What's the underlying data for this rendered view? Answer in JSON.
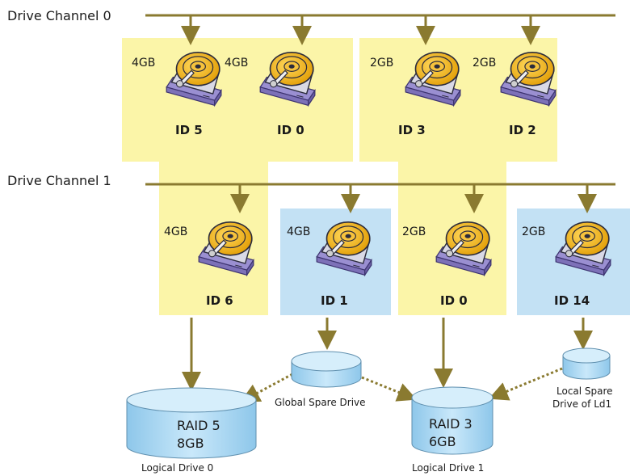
{
  "channels": [
    {
      "label": "Drive Channel 0"
    },
    {
      "label": "Drive Channel 1"
    }
  ],
  "drives": [
    {
      "size": "4GB",
      "id": "ID 5",
      "channel": 0,
      "role": "member"
    },
    {
      "size": "4GB",
      "id": "ID 0",
      "channel": 0,
      "role": "member"
    },
    {
      "size": "2GB",
      "id": "ID 3",
      "channel": 0,
      "role": "member"
    },
    {
      "size": "2GB",
      "id": "ID 2",
      "channel": 0,
      "role": "member"
    },
    {
      "size": "4GB",
      "id": "ID 6",
      "channel": 1,
      "role": "member"
    },
    {
      "size": "4GB",
      "id": "ID 1",
      "channel": 1,
      "role": "global-spare"
    },
    {
      "size": "2GB",
      "id": "ID 0",
      "channel": 1,
      "role": "member"
    },
    {
      "size": "2GB",
      "id": "ID 14",
      "channel": 1,
      "role": "local-spare"
    }
  ],
  "logical_drives": [
    {
      "raid": "RAID 5",
      "size": "8GB",
      "caption": "Logical Drive 0"
    },
    {
      "raid": "RAID 3",
      "size": "6GB",
      "caption": "Logical Drive 1"
    }
  ],
  "spares": {
    "global_caption": "Global Spare Drive",
    "local_caption_line1": "Local Spare",
    "local_caption_line2": "Drive of Ld1"
  },
  "colors": {
    "member_bg": "#fbf5a8",
    "spare_bg": "#c3e1f4",
    "arrow": "#8a7a30",
    "disk_gold": "#f4b81a",
    "cylinder": "#a9d6f2"
  }
}
